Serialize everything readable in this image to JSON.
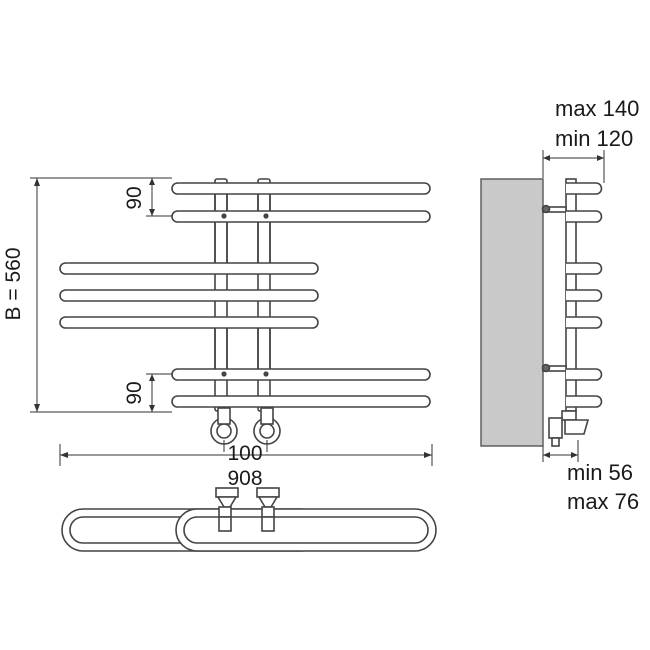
{
  "colors": {
    "stroke": "#444444",
    "wall": "#c9c9c9",
    "wall_stroke": "#555555",
    "dim": "#333333"
  },
  "dims": {
    "height_label": "B = 560",
    "top_spacing": "90",
    "bottom_spacing": "90",
    "axis_spacing": "100",
    "total_width": "908",
    "max_depth_top": "max 140",
    "min_depth_top": "min 120",
    "min_depth_bottom": "min 56",
    "max_depth_bottom": "max 76"
  }
}
